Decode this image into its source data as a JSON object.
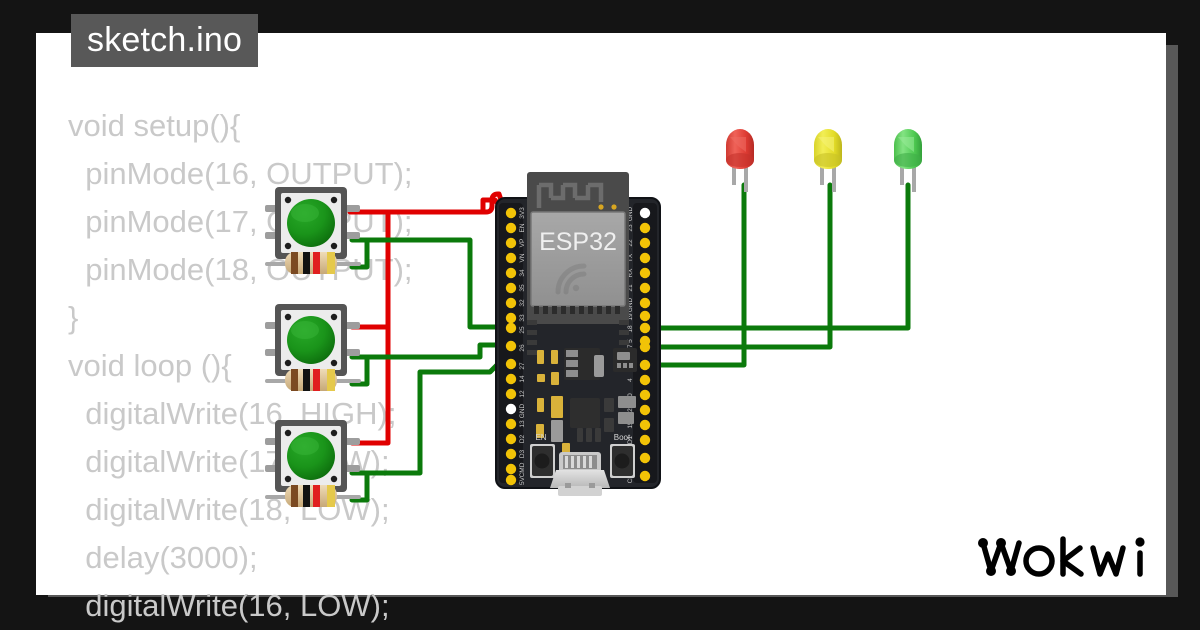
{
  "window": {
    "background_color": "#141414",
    "canvas_color": "#ffffff",
    "shadow_color": "#585858"
  },
  "file_tab": {
    "label": "sketch.ino",
    "background_color": "#585858",
    "text_color": "#ffffff"
  },
  "code": {
    "text_color": "#c9c9c9",
    "lines": [
      "void setup(){",
      "  pinMode(16, OUTPUT);",
      "  pinMode(17, OUTPUT);",
      "  pinMode(18, OUTPUT);",
      "}",
      "void loop (){",
      "  digitalWrite(16, HIGH);",
      "  digitalWrite(17, LOW);",
      "  digitalWrite(18, LOW);",
      "  delay(3000);",
      "  digitalWrite(16, LOW);"
    ]
  },
  "board": {
    "name": "ESP32",
    "chip_label": "ESP32",
    "pcb_color": "#222222",
    "pin_color": "#f2c307",
    "left_pins": [
      "3V3",
      "EN",
      "VP",
      "VN",
      "34",
      "35",
      "32",
      "33",
      "25",
      "26",
      "27",
      "14",
      "12",
      "GND",
      "13",
      "D2",
      "D3",
      "CMD",
      "5V"
    ],
    "right_pins": [
      "GND",
      "23",
      "22",
      "TX",
      "RX",
      "21",
      "GND",
      "19",
      "18",
      "5",
      "17",
      "16",
      "4",
      "0",
      "2",
      "15",
      "D1",
      "D0",
      "CLK"
    ],
    "buttons": [
      {
        "label": "EN"
      },
      {
        "label": "Boot"
      }
    ]
  },
  "components": {
    "pushbuttons": [
      {
        "id": "btn1",
        "cap_color": "#169016",
        "frame_color": "#555555",
        "body_color": "#e8e8e8"
      },
      {
        "id": "btn2",
        "cap_color": "#169016",
        "frame_color": "#555555",
        "body_color": "#e8e8e8"
      },
      {
        "id": "btn3",
        "cap_color": "#169016",
        "frame_color": "#555555",
        "body_color": "#e8e8e8"
      }
    ],
    "resistors": [
      {
        "id": "r1",
        "bands": [
          "brown",
          "black",
          "red",
          "gold"
        ],
        "body_color": "#e0c9a0"
      },
      {
        "id": "r2",
        "bands": [
          "brown",
          "black",
          "red",
          "gold"
        ],
        "body_color": "#e0c9a0"
      },
      {
        "id": "r3",
        "bands": [
          "brown",
          "black",
          "red",
          "gold"
        ],
        "body_color": "#e0c9a0"
      }
    ],
    "leds": [
      {
        "id": "led-red",
        "color_name": "red",
        "color": "#e8483f",
        "connected_pin": "16"
      },
      {
        "id": "led-yellow",
        "color_name": "yellow",
        "color": "#e8e83f",
        "connected_pin": "17"
      },
      {
        "id": "led-green",
        "color_name": "green",
        "color": "#59d459",
        "connected_pin": "18"
      }
    ]
  },
  "wires": {
    "power_color": "#e00000",
    "signal_color": "#0b7a0b",
    "ground_color": "#0b7a0b"
  },
  "logo": {
    "text": "wokwi",
    "color": "#000000"
  }
}
